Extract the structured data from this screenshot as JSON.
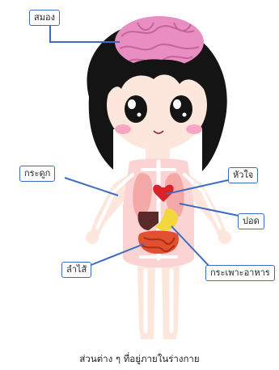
{
  "labels": {
    "brain": "สมอง",
    "bones": "กระดูก",
    "heart": "หัวใจ",
    "lungs": "ปอด",
    "intestine": "ลำไส้",
    "stomach": "กระเพาะอาหาร"
  },
  "caption": "ส่วนต่าง ๆ ที่อยู่ภายในร่างกาย",
  "colors": {
    "leader_line": "#3b6cc2",
    "brain": "#e88ec0",
    "heart": "#d8232a",
    "lungs": "#f4a8a8",
    "stomach": "#f2d83a",
    "intestine": "#e2502f",
    "liver": "#5a2a2a",
    "skin": "#fde6dc",
    "hair": "#141414",
    "bone": "#ffffff"
  }
}
